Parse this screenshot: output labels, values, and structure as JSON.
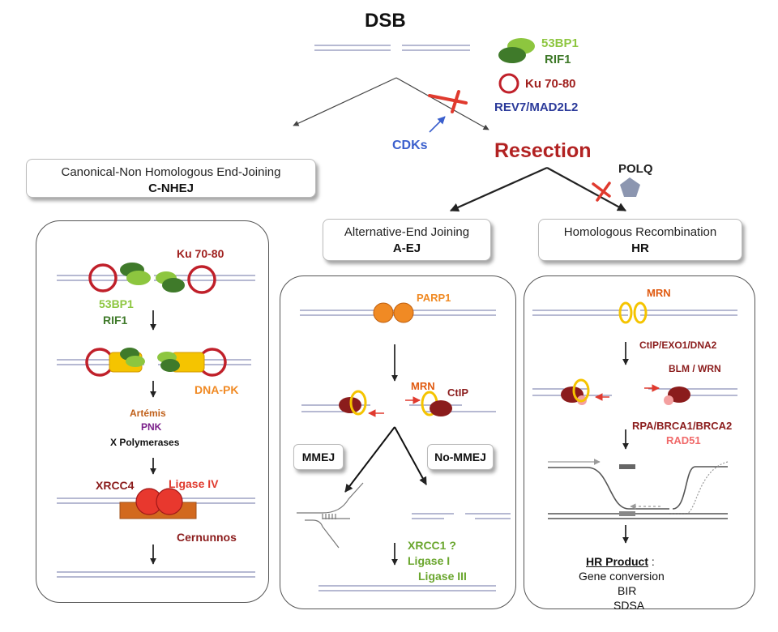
{
  "title": "DSB",
  "colors": {
    "green_light": "#8DC63F",
    "green_dark": "#3F7A2A",
    "dark_red": "#A0201E",
    "blue": "#2B3A9A",
    "orange": "#F08A24",
    "yellow": "#F5C400",
    "resection_red": "#B22222",
    "pol_grey": "#8C96B0"
  },
  "legend": {
    "p53bp1": "53BP1",
    "rif1": "RIF1",
    "ku": "Ku 70-80",
    "rev7": "REV7/MAD2L2"
  },
  "cdks": "CDKs",
  "resection": "Resection",
  "polq": "POLQ",
  "nhej": {
    "title_line1": "Canonical-Non Homologous End-Joining",
    "title_line2": "C-NHEJ",
    "ku": "Ku 70-80",
    "p53bp1": "53BP1",
    "rif1": "RIF1",
    "dnapk": "DNA-PK",
    "artemis": "Artémis",
    "pnk": "PNK",
    "xpol": "X Polymerases",
    "xrcc4": "XRCC4",
    "ligase4": "Ligase IV",
    "cernunnos": "Cernunnos"
  },
  "aej": {
    "title_line1": "Alternative-End Joining",
    "title_line2": "A-EJ",
    "parp1": "PARP1",
    "mrn": "MRN",
    "ctip": "CtIP",
    "mmej": "MMEJ",
    "nommej": "No-MMEJ",
    "xrcc1": "XRCC1 ?",
    "ligase1": "Ligase I",
    "ligase3": "Ligase III"
  },
  "hr": {
    "title_line1": "Homologous Recombination",
    "title_line2": "HR",
    "mrn": "MRN",
    "ctip": "CtIP/EXO1/DNA2",
    "blm": "BLM / WRN",
    "rpa": "RPA/BRCA1/BRCA2",
    "rad51": "RAD51",
    "product_label": "HR Product",
    "product_colon": " :",
    "products": [
      "Gene conversion",
      "BIR",
      "SDSA"
    ]
  }
}
